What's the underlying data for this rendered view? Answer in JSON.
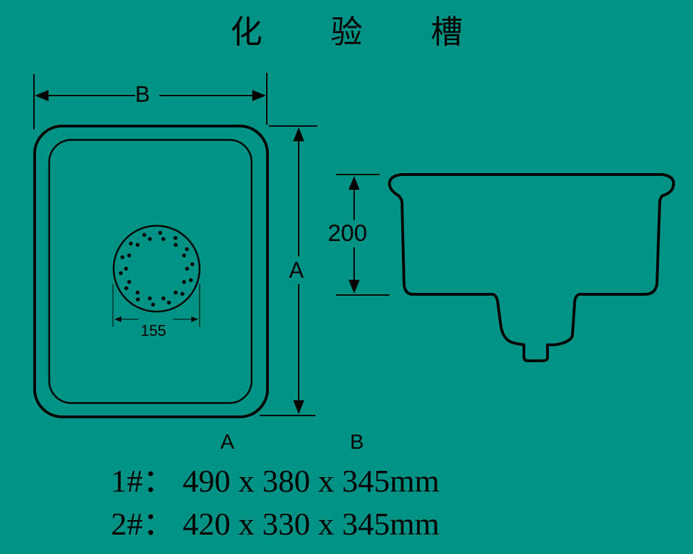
{
  "title": "化 验 槽",
  "top_view": {
    "width_label": "B",
    "height_label": "A",
    "drain_diameter_label": "155",
    "drain_holes": 28
  },
  "side_view": {
    "depth_label": "200"
  },
  "spec_table": {
    "column_headers": [
      "A",
      "B"
    ],
    "rows": [
      {
        "model": "1#",
        "A": "490",
        "B": "380",
        "depth": "345",
        "unit": "mm",
        "text": "1#： 490 x 380 x 345mm"
      },
      {
        "model": "2#",
        "A": "420",
        "B": "330",
        "depth": "345",
        "unit": "mm",
        "text": "2#： 420 x 330 x 345mm"
      }
    ]
  },
  "colors": {
    "background": "#009285",
    "line": "#000000"
  }
}
